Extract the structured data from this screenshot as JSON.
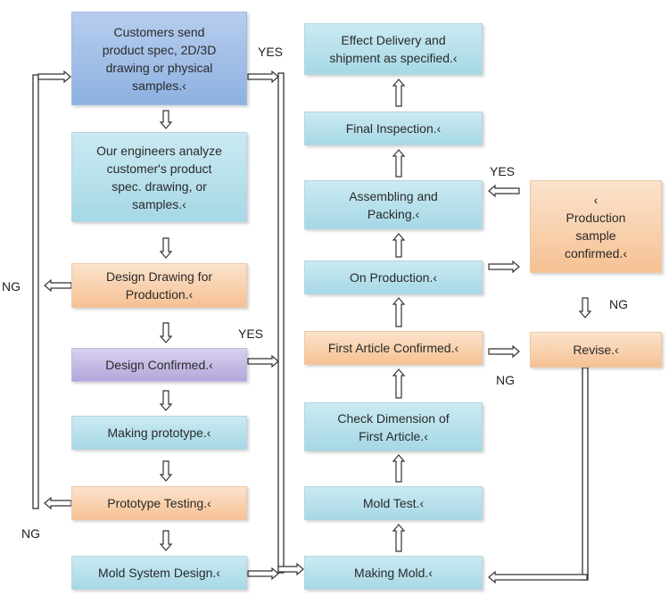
{
  "nodes": {
    "customers_send": "Customers send\nproduct spec, 2D/3D\ndrawing or physical\nsamples.‹",
    "engineers_analyze": "Our engineers analyze\ncustomer's product\nspec. drawing, or\nsamples.‹",
    "design_drawing": "Design Drawing for\nProduction.‹",
    "design_confirmed": "Design Confirmed.‹",
    "making_prototype": "Making prototype.‹",
    "prototype_testing": "Prototype Testing.‹",
    "mold_system_design": "Mold System Design.‹",
    "effect_delivery": "Effect Delivery and\nshipment as specified.‹",
    "final_inspection": "Final Inspection.‹",
    "assembling_packing": "Assembling and\nPacking.‹",
    "on_production": "On Production.‹",
    "first_article_confirmed": "First Article Confirmed.‹",
    "check_dimension": "Check Dimension of\nFirst Article.‹",
    "mold_test": "Mold Test.‹",
    "making_mold": "Making Mold.‹",
    "production_sample": "‹\nProduction\nsample\nconfirmed.‹",
    "revise": "Revise.‹"
  },
  "labels": {
    "yes_top": "YES",
    "yes_mid": "YES",
    "yes_right": "YES",
    "ng_left_top": "NG",
    "ng_left_bottom": "NG",
    "ng_right_top": "NG",
    "ng_right_bottom": "NG"
  },
  "colors": {
    "blue_node": "#a6d8e6",
    "orange_node": "#f6c193",
    "purple_node": "#b3a7db",
    "start_node": "#8eb1e0",
    "line": "#333333"
  }
}
